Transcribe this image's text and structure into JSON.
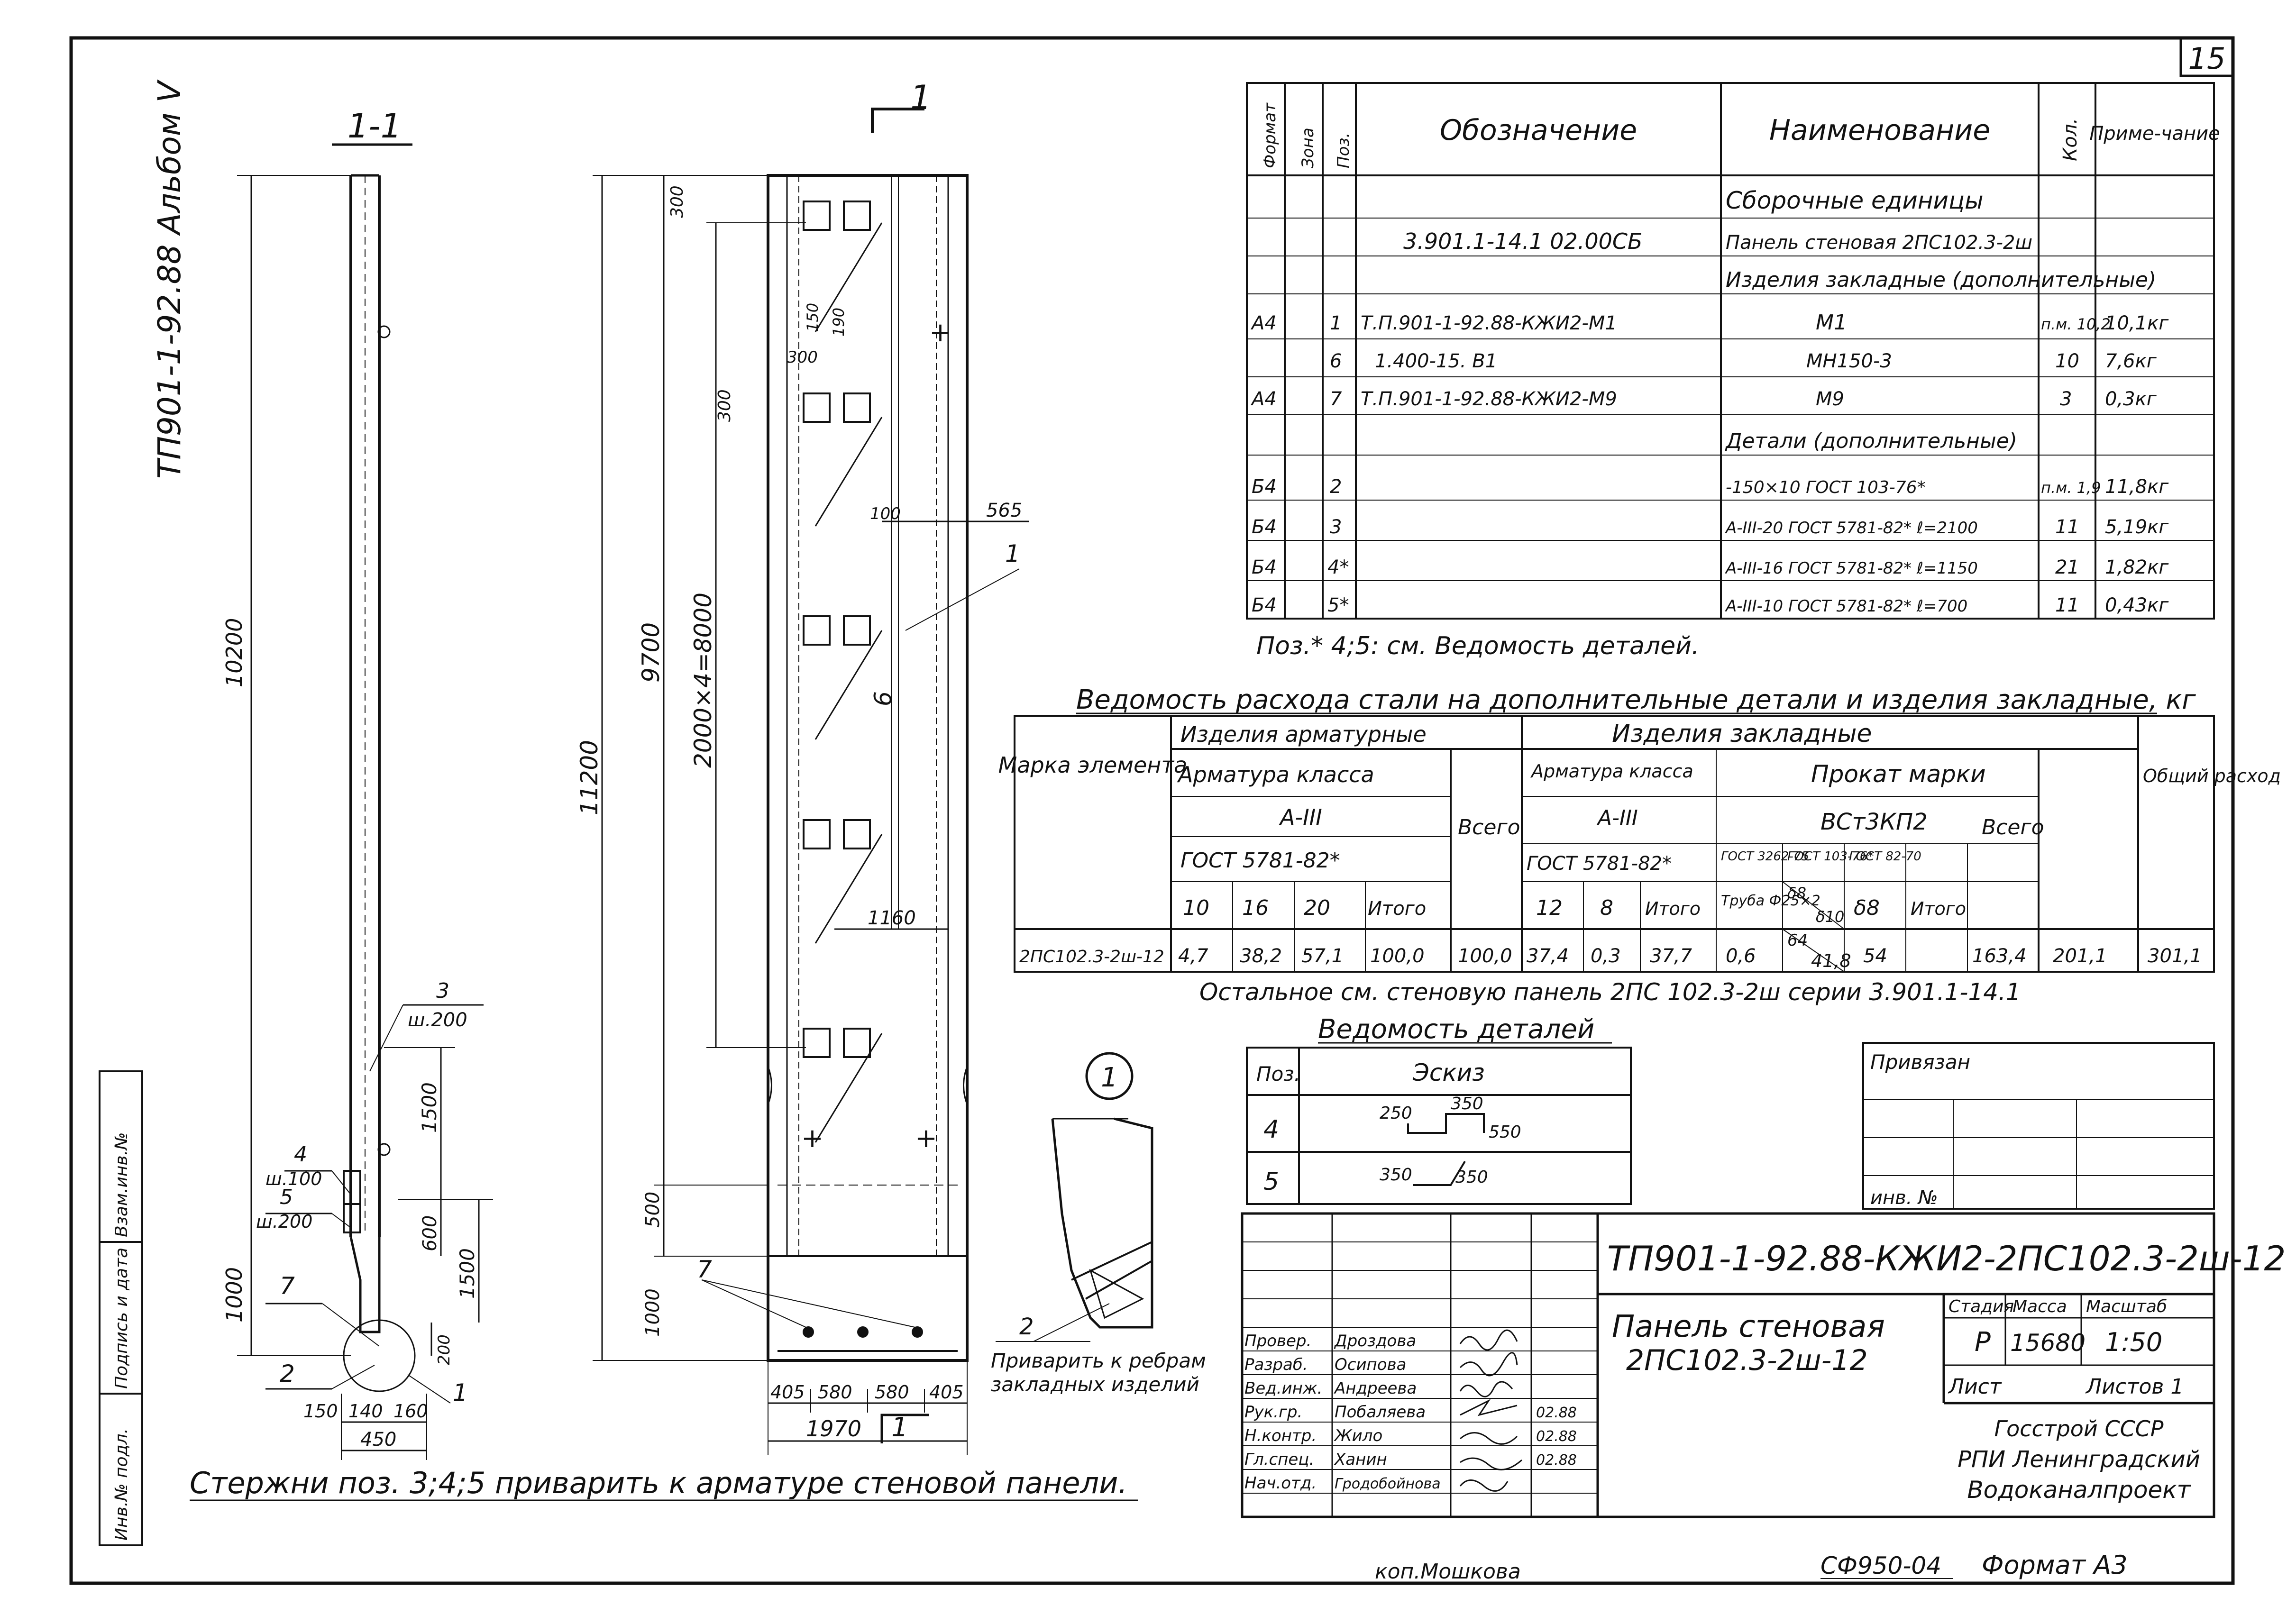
{
  "sheet": {
    "page_number": "15",
    "side_code": "ТП901-1-92.88 Альбом V",
    "bottom_note": "Стержни поз. 3;4;5 приварить к арматуре стеновой панели.",
    "copier": "коп.Мошкова",
    "format_code": "СФ950-04",
    "format": "Формат А3"
  },
  "left_stamp": {
    "cells": [
      "Инв.№ подл.",
      "Подпись и дата",
      "Взам.инв.№"
    ]
  },
  "section_1_1": {
    "title": "1-1",
    "height_total": "10200",
    "dim_1000": "1000",
    "dim_1500": "1500",
    "dim_600": "600",
    "dim_1500b": "1500",
    "dim_200": "200",
    "dim_150": "150",
    "dim_140": "140",
    "dim_160": "160",
    "dim_450": "450",
    "pos_3": "3",
    "pos_3_step": "ш.200",
    "pos_4": "4",
    "pos_4_step": "ш.100",
    "pos_5": "5",
    "pos_5_step": "ш.200",
    "pos_7": "7",
    "pos_2": "2",
    "node_1": "1"
  },
  "elevation": {
    "cut_label": "1",
    "dim_11200": "11200",
    "dim_9700": "9700",
    "dim_2000x4": "2000×4=8000",
    "dim_300_top": "300",
    "dim_300_side": "300",
    "dim_300_plate": "300",
    "dim_150": "150",
    "dim_190": "190",
    "dim_100": "100",
    "dim_565": "565",
    "dim_1160": "1160",
    "dim_500": "500",
    "dim_1000": "1000",
    "pos_1": "1",
    "pos_6": "6",
    "pos_7": "7",
    "bottom_dims": [
      "405",
      "580",
      "580",
      "405"
    ],
    "width": "1970",
    "bottom_cut": "1"
  },
  "detail_1": {
    "label": "1",
    "pos_2": "2",
    "note_line1": "Приварить к ребрам",
    "note_line2": "закладных изделий"
  },
  "spec_table": {
    "headers": [
      "Формат",
      "Зона",
      "Поз.",
      "Обозначение",
      "Наименование",
      "Кол.",
      "Приме-чание"
    ],
    "rows": [
      {
        "format": "",
        "zone": "",
        "pos": "",
        "designation": "",
        "name": "Сборочные единицы",
        "qty": "",
        "note": ""
      },
      {
        "format": "",
        "zone": "",
        "pos": "",
        "designation": "3.901.1-14.1 02.00СБ",
        "name": "Панель стеновая 2ПС102.3-2ш",
        "qty": "",
        "note": ""
      },
      {
        "format": "",
        "zone": "",
        "pos": "",
        "designation": "",
        "name": "Изделия закладные (дополнительные)",
        "qty": "",
        "note": ""
      },
      {
        "format": "А4",
        "zone": "",
        "pos": "1",
        "designation": "Т.П.901-1-92.88-КЖИ2-М1",
        "name": "М1",
        "qty": "п.м. 10,2",
        "note": "10,1кг"
      },
      {
        "format": "",
        "zone": "",
        "pos": "6",
        "designation": "1.400-15. В1",
        "name": "МН150-3",
        "qty": "10",
        "note": "7,6кг"
      },
      {
        "format": "А4",
        "zone": "",
        "pos": "7",
        "designation": "Т.П.901-1-92.88-КЖИ2-М9",
        "name": "М9",
        "qty": "3",
        "note": "0,3кг"
      },
      {
        "format": "",
        "zone": "",
        "pos": "",
        "designation": "",
        "name": "Детали (дополнительные)",
        "qty": "",
        "note": ""
      },
      {
        "format": "Б4",
        "zone": "",
        "pos": "2",
        "designation": "",
        "name": "-150×10 ГОСТ 103-76*",
        "qty": "п.м. 1,9",
        "note": "11,8кг"
      },
      {
        "format": "Б4",
        "zone": "",
        "pos": "3",
        "designation": "",
        "name": "А-III-20 ГОСТ 5781-82* ℓ=2100",
        "qty": "11",
        "note": "5,19кг"
      },
      {
        "format": "Б4",
        "zone": "",
        "pos": "4*",
        "designation": "",
        "name": "А-III-16 ГОСТ 5781-82* ℓ=1150",
        "qty": "21",
        "note": "1,82кг"
      },
      {
        "format": "Б4",
        "zone": "",
        "pos": "5*",
        "designation": "",
        "name": "А-III-10 ГОСТ 5781-82* ℓ=700",
        "qty": "11",
        "note": "0,43кг"
      }
    ],
    "footnote": "Поз.* 4;5: см. Ведомость деталей."
  },
  "steel_table": {
    "title": "Ведомость расхода стали на дополнительные детали и изделия закладные, кг",
    "h_mark": "Марка элемента",
    "h_rebar_items": "Изделия арматурные",
    "h_embedded": "Изделия закладные",
    "h_rebar_class": "Арматура класса",
    "h_a3": "А-III",
    "h_gost_rebar": "ГОСТ 5781-82*",
    "h_total": "Всего",
    "h_emb_rebar": "Арматура класса",
    "h_emb_a3": "А-III",
    "h_emb_gost": "ГОСТ 5781-82*",
    "h_rolled": "Прокат марки",
    "h_steel": "ВСт3КП2",
    "h_gost_3262": "ГОСТ 3262-75",
    "h_gost_103": "ГОСТ 103-76*",
    "h_gost_82": "ГОСТ 82-70",
    "h_pipe": "Труба Ф25×2",
    "h_d8": "δ8",
    "h_d10": "δ10",
    "h_d4": "δ4",
    "h_total2": "Всего",
    "h_overall": "Общий расход",
    "sub": [
      "10",
      "16",
      "20",
      "Итого",
      "12",
      "8",
      "Итого",
      "δ8",
      "Итого"
    ],
    "row": {
      "mark": "2ПС102.3-2ш-12",
      "v10": "4,7",
      "v16": "38,2",
      "v20": "57,1",
      "vsum": "100,0",
      "vtotal": "100,0",
      "e12": "37,4",
      "e8": "0,3",
      "esum": "37,7",
      "pipe": "0,6",
      "p64": "64",
      "p418": "41,8",
      "d8": "54",
      "psum": "163,4",
      "etotal": "201,1",
      "overall": "301,1"
    },
    "note": "Остальное см. стеновую панель 2ПС 102.3-2ш серии 3.901.1-14.1"
  },
  "details_table": {
    "title": "Ведомость деталей",
    "h_pos": "Поз.",
    "h_sketch": "Эскиз",
    "rows": [
      {
        "pos": "4",
        "a": "250",
        "b": "350",
        "c": "550"
      },
      {
        "pos": "5",
        "a": "350",
        "b": "350"
      }
    ]
  },
  "binding": {
    "label": "Привязан",
    "inv": "инв. №"
  },
  "title_block": {
    "code": "ТП901-1-92.88-КЖИ2-2ПС102.3-2ш-12",
    "name_line1": "Панель стеновая",
    "name_line2": "2ПС102.3-2ш-12",
    "h_stage": "Стадия",
    "h_mass": "Масса",
    "h_scale": "Масштаб",
    "stage": "Р",
    "mass": "15680",
    "scale": "1:50",
    "sheet_label": "Лист",
    "sheets_label": "Листов 1",
    "org_line1": "Госстрой СССР",
    "org_line2": "РПИ Ленинградский",
    "org_line3": "Водоканалпроект",
    "roles": [
      {
        "role": "Провер.",
        "name": "Дроздова",
        "date": ""
      },
      {
        "role": "Разраб.",
        "name": "Осипова",
        "date": ""
      },
      {
        "role": "Вед.инж.",
        "name": "Андреева",
        "date": ""
      },
      {
        "role": "Рук.гр.",
        "name": "Побаляева",
        "date": "02.88"
      },
      {
        "role": "Н.контр.",
        "name": "Жило",
        "date": "02.88"
      },
      {
        "role": "Гл.спец.",
        "name": "Ханин",
        "date": "02.88"
      },
      {
        "role": "Нач.отд.",
        "name": "Гродобойнова",
        "date": ""
      }
    ]
  }
}
